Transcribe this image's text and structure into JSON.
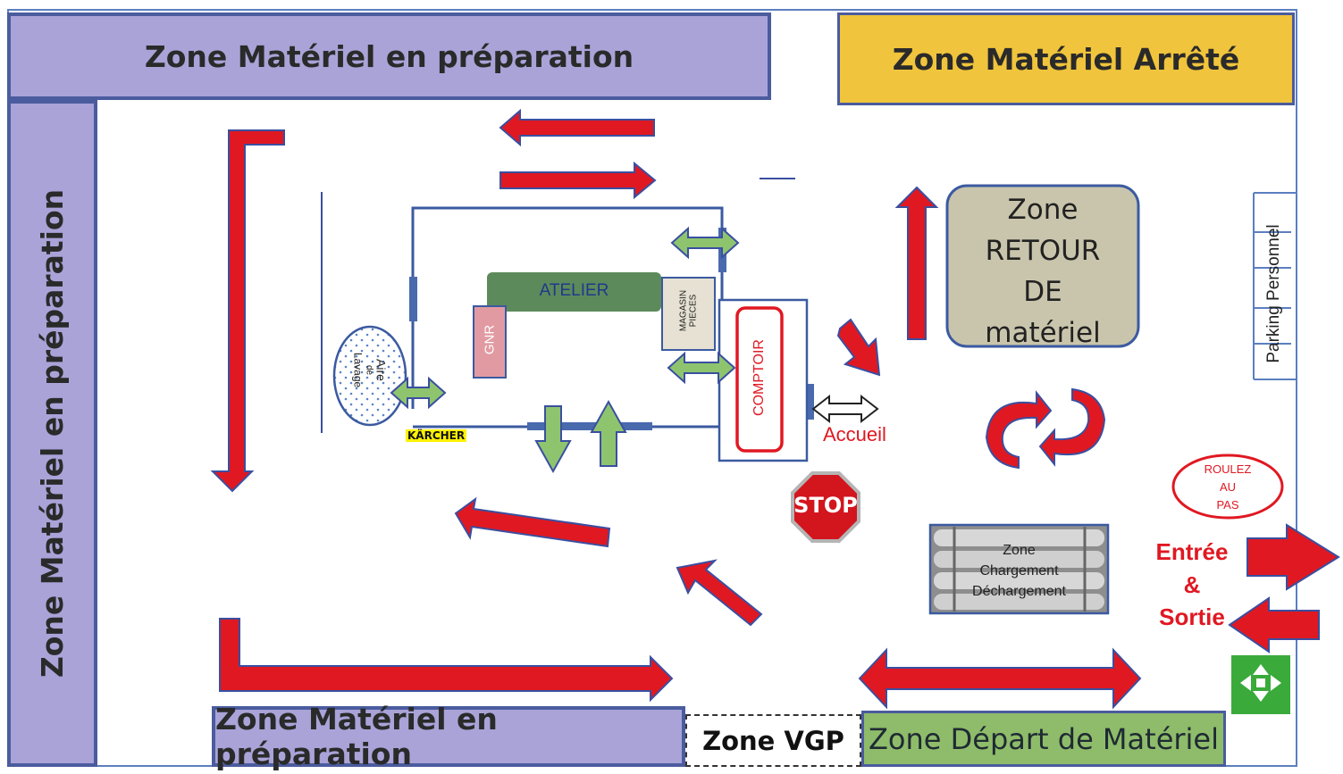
{
  "zones": {
    "prep_top": "Zone Matériel en préparation",
    "arrete": "Zone Matériel Arrêté",
    "prep_left": "Zone Matériel en préparation",
    "prep_bottom": "Zone Matériel en préparation",
    "vgp": "Zone VGP",
    "depart": "Zone Départ de Matériel",
    "retour": [
      "Zone",
      "RETOUR",
      "DE",
      "matériel"
    ],
    "chargement": [
      "Zone",
      "Chargement",
      "Déchargement"
    ]
  },
  "building": {
    "atelier": "ATELIER",
    "gnr": "GNR",
    "magasin": [
      "MAGASIN",
      "PIECES"
    ],
    "comptoir": "COMPTOIR",
    "lavage": [
      "Aire",
      "de",
      "Lavage"
    ],
    "karcher": "KÄRCHER"
  },
  "labels": {
    "accueil": "Accueil",
    "parking": "Parking Personnel",
    "stop": "STOP",
    "roulez": [
      "ROULEZ",
      "AU",
      "PAS"
    ],
    "entree": "Entrée",
    "amp": "&",
    "sortie": "Sortie"
  },
  "colors": {
    "arrow_red": "#e01822",
    "arrow_outline": "#3a4fa0",
    "arrow_green": "#8fc46f",
    "lavender": "#a9a3d8",
    "yellow": "#f0c43c",
    "green_zone": "#8ebc6a",
    "retour_fill": "#c9c5ac",
    "atelier_green": "#5d8a5b",
    "gnr_pink": "#e29aa2",
    "magasin_beige": "#e6e1d3"
  },
  "icons": {
    "assembly": "assembly-point-icon",
    "stop": "stop-sign-icon"
  }
}
